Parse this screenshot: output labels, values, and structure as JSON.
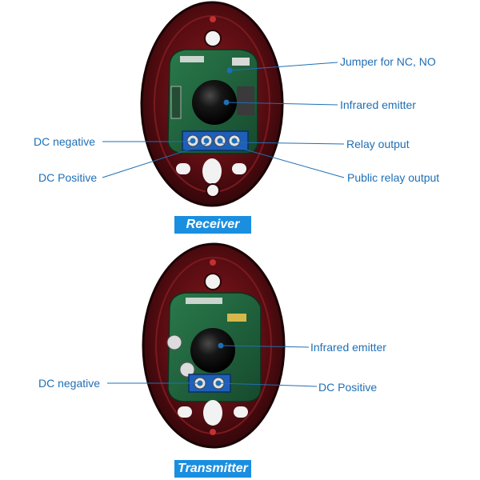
{
  "receiver": {
    "title": "Receiver",
    "labels": {
      "jumper": "Jumper for NC, NO",
      "infrared_emitter": "Infrared emitter",
      "dc_negative": "DC negative",
      "relay_output": "Relay output",
      "dc_positive": "DC Positive",
      "public_relay_output": "Public relay output"
    }
  },
  "transmitter": {
    "title": "Transmitter",
    "labels": {
      "infrared_emitter": "Infrared emitter",
      "dc_negative": "DC negative",
      "dc_positive": "DC Positive"
    }
  },
  "colors": {
    "callout": "#1f6fb5",
    "badge": "#1a8fe0",
    "housing": "#4a0a0e",
    "pcb": "#1f5e3a",
    "terminal": "#1e5fb8"
  }
}
